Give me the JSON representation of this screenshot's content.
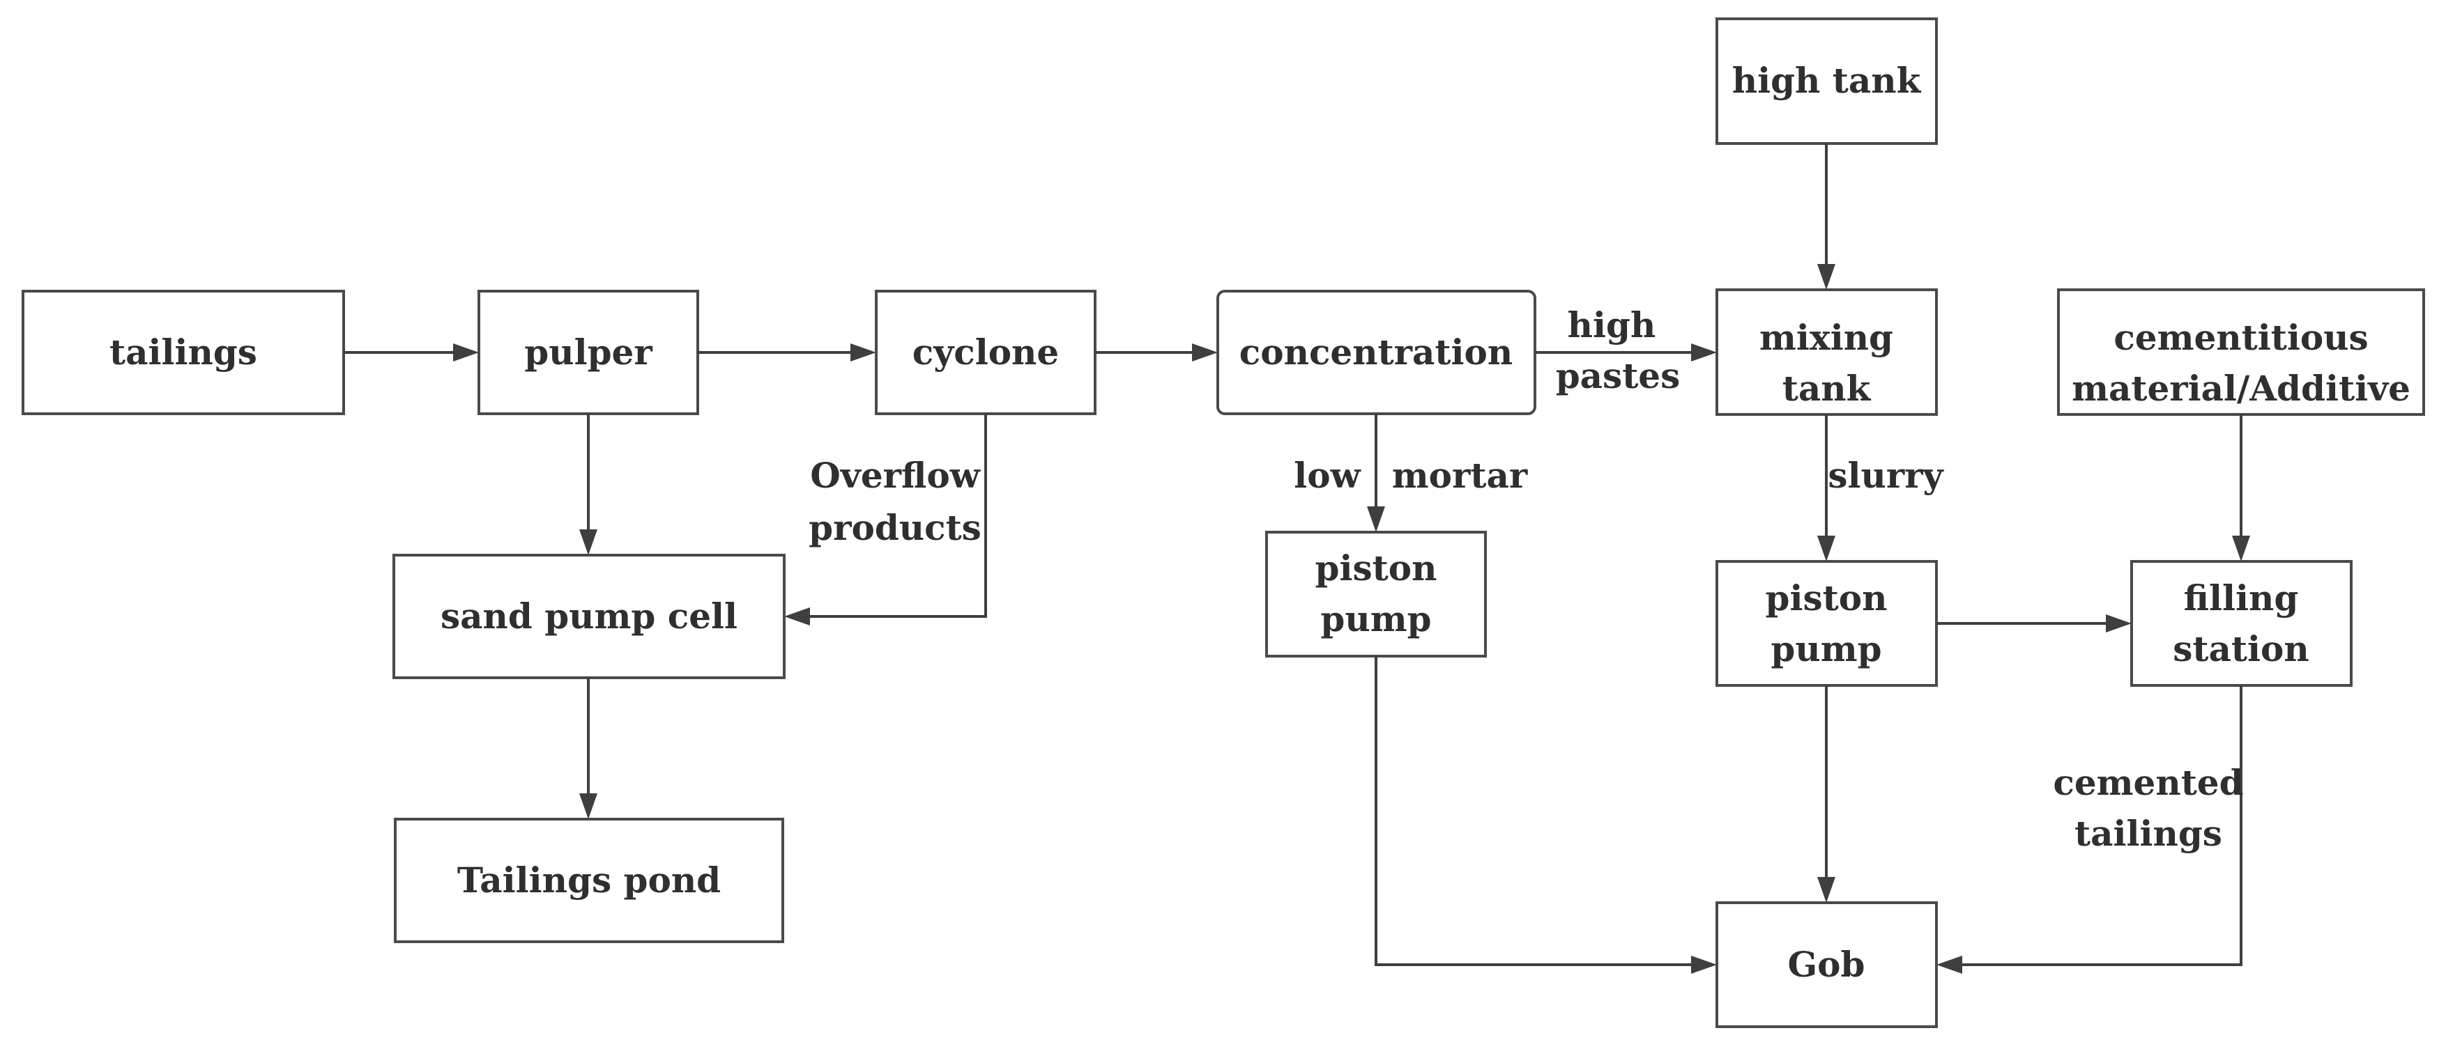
{
  "nodes": {
    "tailings": "tailings",
    "pulper": "pulper",
    "cyclone": "cyclone",
    "concentration": "concentration",
    "high_tank": "high tank",
    "mixing_tank": [
      "mixing",
      "tank"
    ],
    "cementitious": [
      "cementitious",
      "material/Additive"
    ],
    "sand_pump_cell": "sand pump cell",
    "tailings_pond": "Tailings pond",
    "piston_pump_1": [
      "piston",
      "pump"
    ],
    "piston_pump_2": [
      "piston",
      "pump"
    ],
    "filling_station": [
      "filling",
      "station"
    ],
    "gob": "Gob"
  },
  "edge_labels": {
    "overflow_products": [
      "Overflow",
      "products"
    ],
    "high_pastes": [
      "high",
      "pastes"
    ],
    "low": "low",
    "mortar": "mortar",
    "slurry": "slurry",
    "cemented_tailings": [
      "cemented",
      "tailings"
    ]
  }
}
